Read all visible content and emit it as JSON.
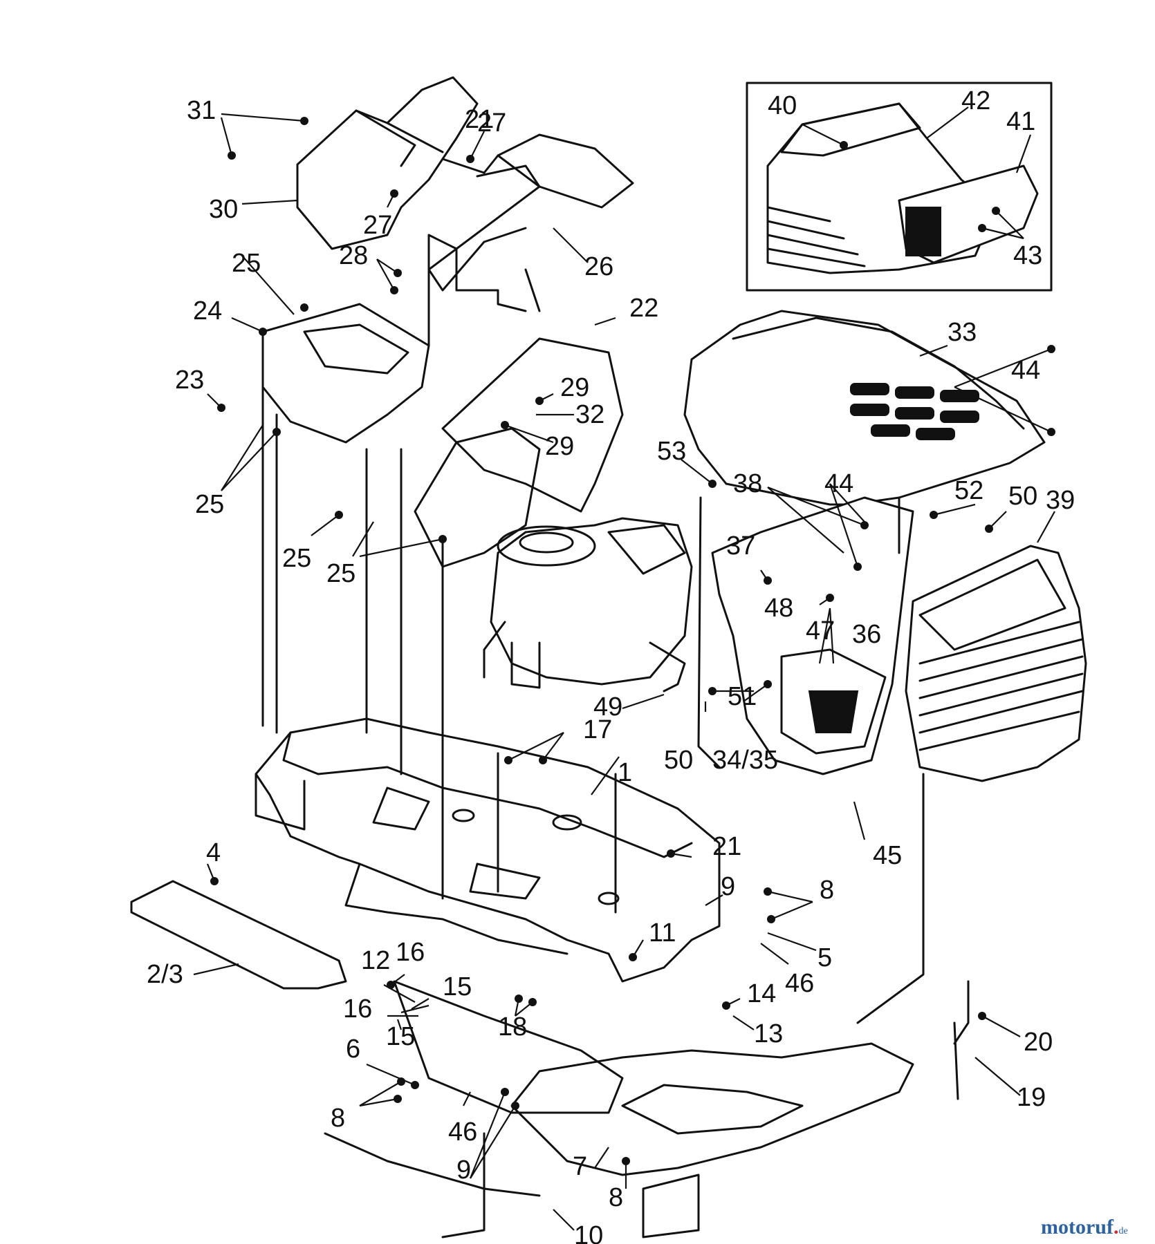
{
  "callouts": [
    "1",
    "2/3",
    "4",
    "5",
    "6",
    "7",
    "8",
    "9",
    "10",
    "11",
    "12",
    "13",
    "14",
    "15",
    "16",
    "17",
    "18",
    "19",
    "20",
    "21",
    "22",
    "23",
    "24",
    "25",
    "26",
    "27",
    "28",
    "29",
    "30",
    "31",
    "32",
    "33",
    "34/35",
    "36",
    "37",
    "38",
    "39",
    "40",
    "41",
    "42",
    "43",
    "44",
    "45",
    "46",
    "47",
    "48",
    "49",
    "50",
    "51",
    "52",
    "53"
  ],
  "watermark": {
    "brand": "motoruf",
    "dot": ".",
    "tld": "de"
  }
}
